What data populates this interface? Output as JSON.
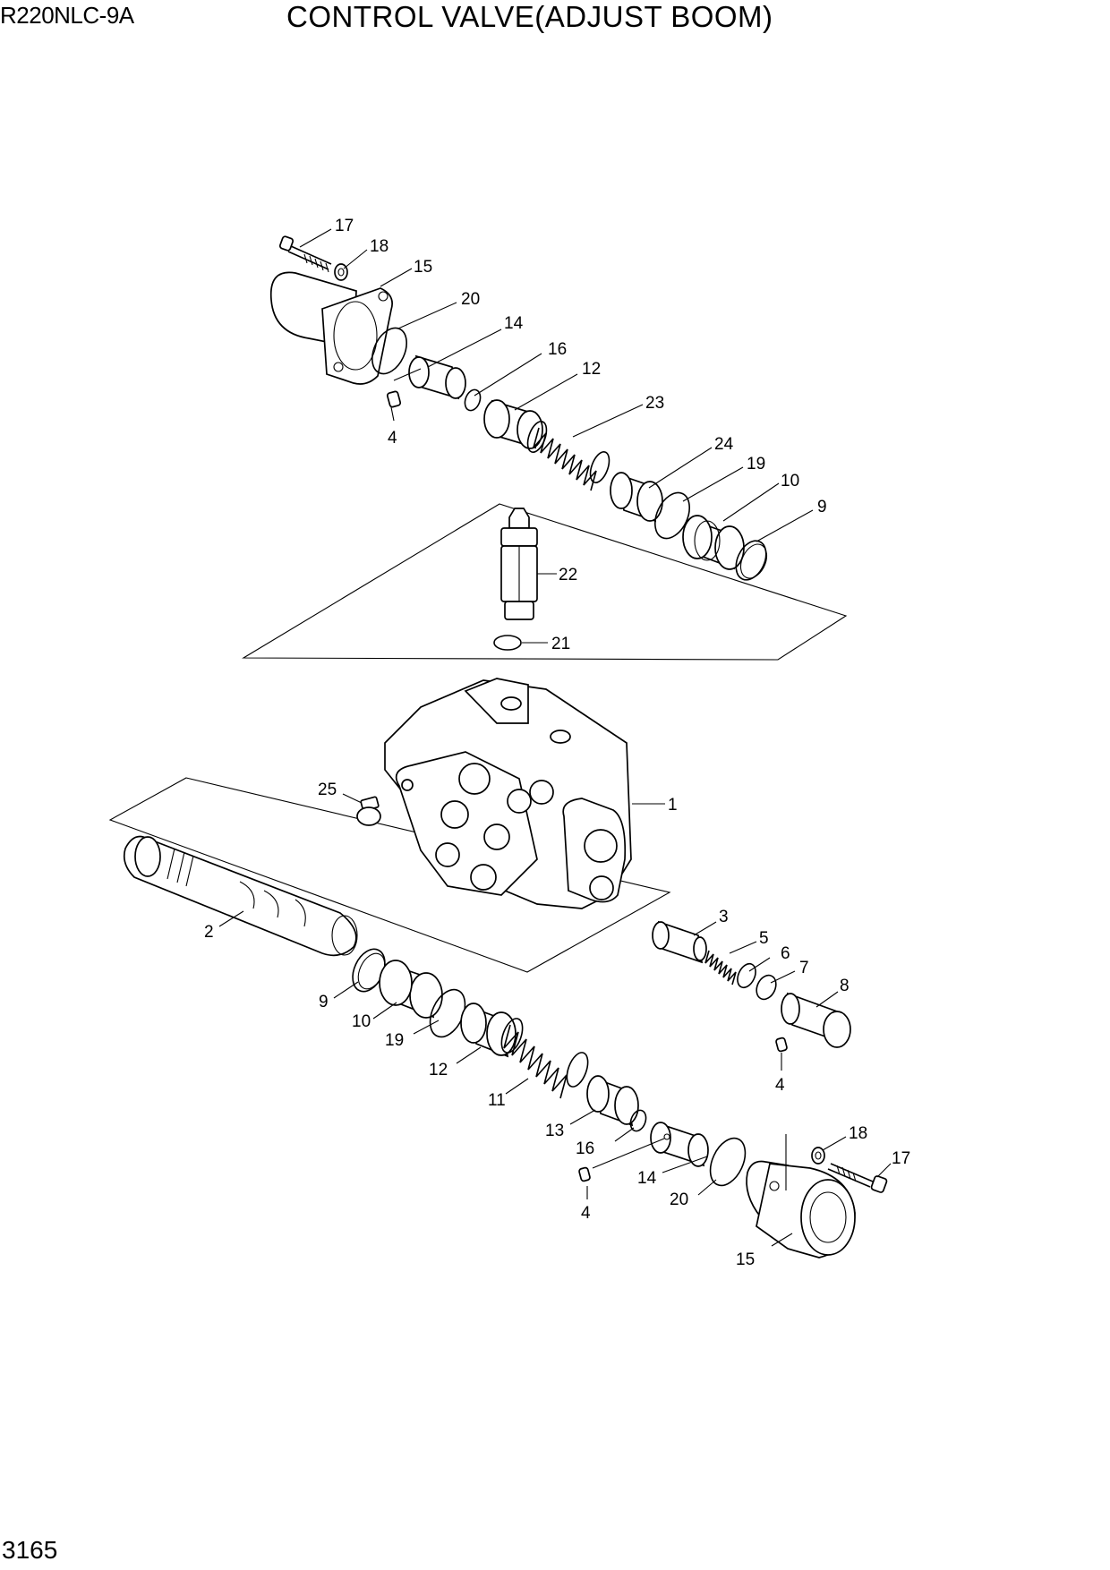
{
  "header": {
    "model": "R220NLC-9A",
    "title": "CONTROL VALVE(ADJUST BOOM)"
  },
  "footer": {
    "page_number": "3165"
  },
  "callouts": [
    {
      "id": "c17a",
      "text": "17"
    },
    {
      "id": "c18a",
      "text": "18"
    },
    {
      "id": "c15a",
      "text": "15"
    },
    {
      "id": "c20a",
      "text": "20"
    },
    {
      "id": "c14a",
      "text": "14"
    },
    {
      "id": "c16a",
      "text": "16"
    },
    {
      "id": "c12a",
      "text": "12"
    },
    {
      "id": "c4a",
      "text": "4"
    },
    {
      "id": "c23",
      "text": "23"
    },
    {
      "id": "c24",
      "text": "24"
    },
    {
      "id": "c19a",
      "text": "19"
    },
    {
      "id": "c10a",
      "text": "10"
    },
    {
      "id": "c9a",
      "text": "9"
    },
    {
      "id": "c22",
      "text": "22"
    },
    {
      "id": "c21",
      "text": "21"
    },
    {
      "id": "c1",
      "text": "1"
    },
    {
      "id": "c25",
      "text": "25"
    },
    {
      "id": "c2",
      "text": "2"
    },
    {
      "id": "c3",
      "text": "3"
    },
    {
      "id": "c5",
      "text": "5"
    },
    {
      "id": "c6",
      "text": "6"
    },
    {
      "id": "c7",
      "text": "7"
    },
    {
      "id": "c8",
      "text": "8"
    },
    {
      "id": "c4b",
      "text": "4"
    },
    {
      "id": "c9b",
      "text": "9"
    },
    {
      "id": "c10b",
      "text": "10"
    },
    {
      "id": "c19b",
      "text": "19"
    },
    {
      "id": "c12b",
      "text": "12"
    },
    {
      "id": "c11",
      "text": "11"
    },
    {
      "id": "c13",
      "text": "13"
    },
    {
      "id": "c16b",
      "text": "16"
    },
    {
      "id": "c14b",
      "text": "14"
    },
    {
      "id": "c4c",
      "text": "4"
    },
    {
      "id": "c20b",
      "text": "20"
    },
    {
      "id": "c18b",
      "text": "18"
    },
    {
      "id": "c17b",
      "text": "17"
    },
    {
      "id": "c15b",
      "text": "15"
    }
  ]
}
